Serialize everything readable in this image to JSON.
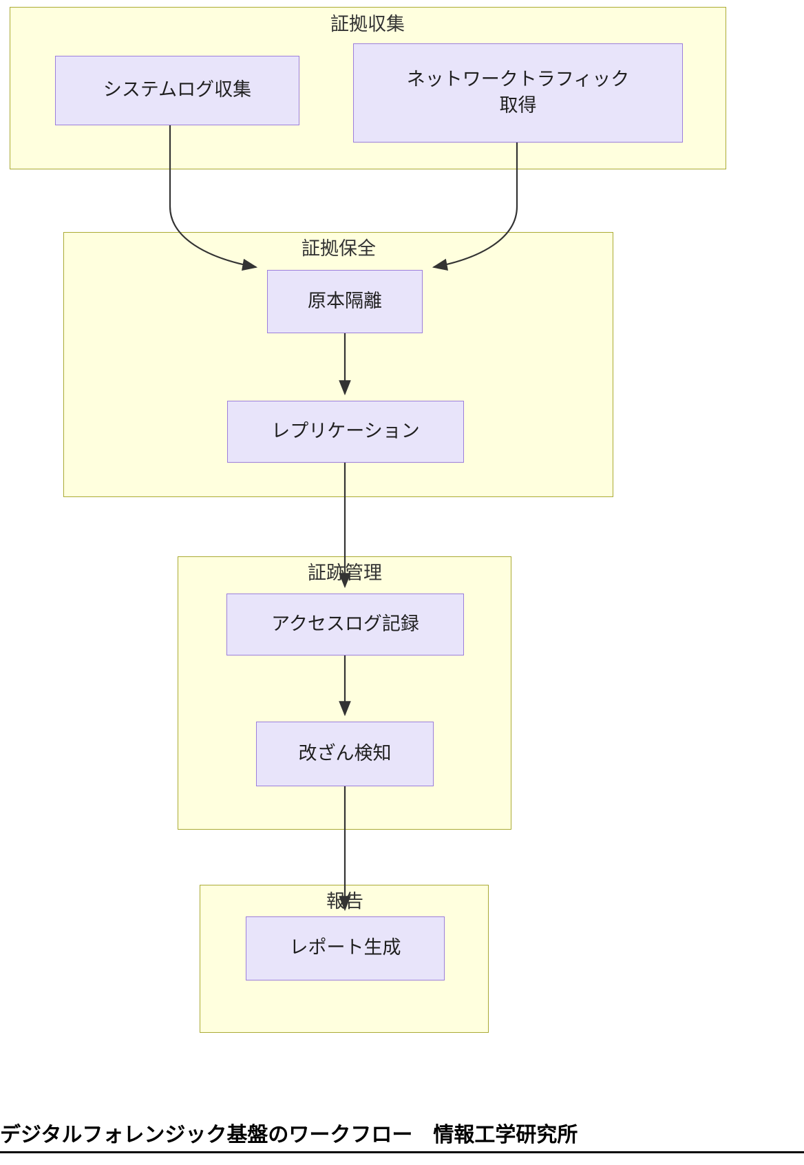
{
  "diagram": {
    "title": "デジタルフォレンジック基盤のワークフロー　情報工学研究所",
    "colors": {
      "cluster_fill": "#ffffde",
      "cluster_stroke": "#aaaa33",
      "node_fill": "#e8e4fa",
      "node_stroke": "#9b7ddb",
      "edge_stroke": "#333333",
      "text": "#1f1f1f",
      "background": "#ffffff"
    },
    "clusters": [
      {
        "id": "collect",
        "label": "証拠収集"
      },
      {
        "id": "preserve",
        "label": "証拠保全"
      },
      {
        "id": "audit",
        "label": "証跡管理"
      },
      {
        "id": "report",
        "label": "報告"
      }
    ],
    "nodes": [
      {
        "id": "syslog",
        "label": "システムログ収集",
        "cluster": "collect"
      },
      {
        "id": "nettraffic",
        "label": "ネットワークトラフィック\n取得",
        "cluster": "collect"
      },
      {
        "id": "isolate",
        "label": "原本隔離",
        "cluster": "preserve"
      },
      {
        "id": "replicate",
        "label": "レプリケーション",
        "cluster": "preserve"
      },
      {
        "id": "accesslog",
        "label": "アクセスログ記録",
        "cluster": "audit"
      },
      {
        "id": "tamper",
        "label": "改ざん検知",
        "cluster": "audit"
      },
      {
        "id": "reportgen",
        "label": "レポート生成",
        "cluster": "report"
      }
    ],
    "edges": [
      {
        "from": "syslog",
        "to": "isolate",
        "label": ""
      },
      {
        "from": "nettraffic",
        "to": "isolate",
        "label": ""
      },
      {
        "from": "isolate",
        "to": "replicate",
        "label": ""
      },
      {
        "from": "replicate",
        "to": "accesslog",
        "label": ""
      },
      {
        "from": "accesslog",
        "to": "tamper",
        "label": ""
      },
      {
        "from": "tamper",
        "to": "reportgen",
        "label": ""
      }
    ]
  }
}
